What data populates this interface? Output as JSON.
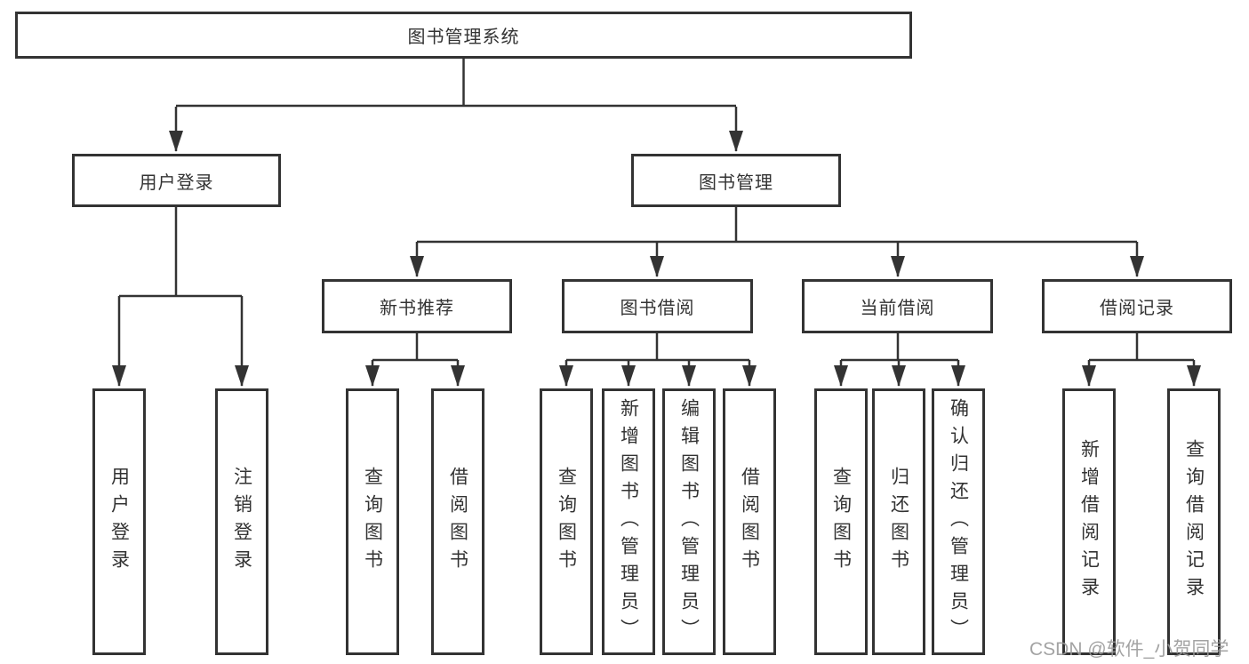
{
  "tree": {
    "label": "图书管理系统",
    "children": [
      {
        "label": "用户登录",
        "children": [
          {
            "label": "用户登录"
          },
          {
            "label": "注销登录"
          }
        ]
      },
      {
        "label": "图书管理",
        "children": [
          {
            "label": "新书推荐",
            "children": [
              {
                "label": "查询图书"
              },
              {
                "label": "借阅图书"
              }
            ]
          },
          {
            "label": "图书借阅",
            "children": [
              {
                "label": "查询图书"
              },
              {
                "label": "新增图书（管理员）"
              },
              {
                "label": "编辑图书（管理员）"
              },
              {
                "label": "借阅图书"
              }
            ]
          },
          {
            "label": "当前借阅",
            "children": [
              {
                "label": "查询图书"
              },
              {
                "label": "归还图书"
              },
              {
                "label": "确认归还（管理员）"
              }
            ]
          },
          {
            "label": "借阅记录",
            "children": [
              {
                "label": "新增借阅记录"
              },
              {
                "label": "查询借阅记录"
              }
            ]
          }
        ]
      }
    ]
  },
  "watermark": {
    "text": "CSDN @软件_小贺同学",
    "color": "#9a9a9a"
  },
  "colors": {
    "line": "#333333",
    "text": "#333333",
    "background": "#ffffff"
  }
}
